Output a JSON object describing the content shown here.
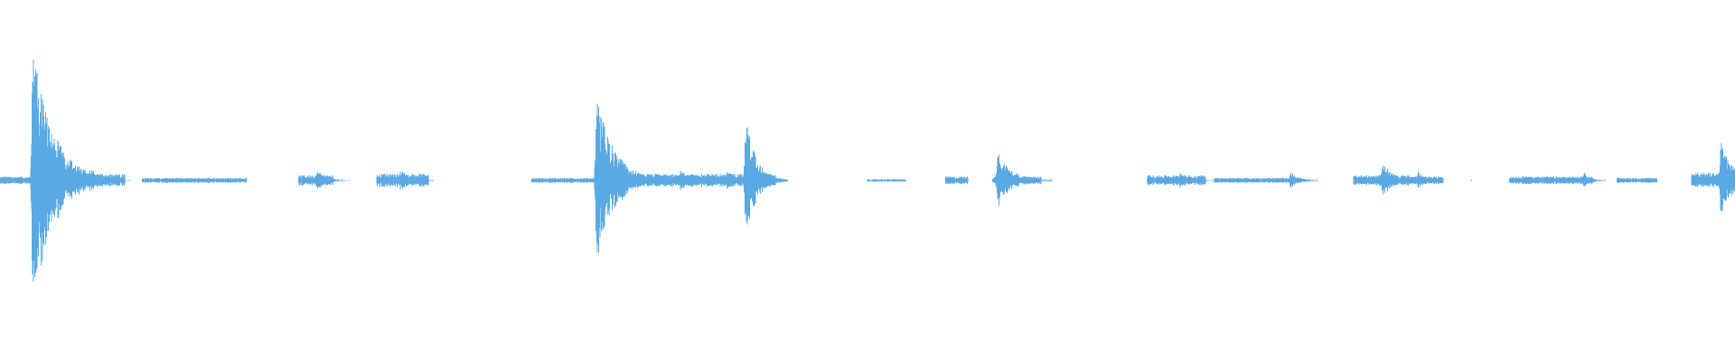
{
  "waveform": {
    "color": "#5aa9e2",
    "segments": [
      {
        "start": 0.0,
        "end": 0.04,
        "level": 0.03
      },
      {
        "start": 0.045,
        "end": 0.072,
        "level": 0.05
      },
      {
        "start": 0.082,
        "end": 0.142,
        "level": 0.02
      },
      {
        "start": 0.172,
        "end": 0.192,
        "level": 0.04
      },
      {
        "start": 0.217,
        "end": 0.247,
        "level": 0.05
      },
      {
        "start": 0.306,
        "end": 0.352,
        "level": 0.02
      },
      {
        "start": 0.352,
        "end": 0.447,
        "level": 0.05
      },
      {
        "start": 0.5,
        "end": 0.522,
        "level": 0.01
      },
      {
        "start": 0.545,
        "end": 0.558,
        "level": 0.03
      },
      {
        "start": 0.572,
        "end": 0.6,
        "level": 0.03
      },
      {
        "start": 0.661,
        "end": 0.695,
        "level": 0.04
      },
      {
        "start": 0.7,
        "end": 0.75,
        "level": 0.02
      },
      {
        "start": 0.78,
        "end": 0.812,
        "level": 0.04
      },
      {
        "start": 0.812,
        "end": 0.832,
        "level": 0.03
      },
      {
        "start": 0.87,
        "end": 0.918,
        "level": 0.03
      },
      {
        "start": 0.932,
        "end": 0.955,
        "level": 0.02
      },
      {
        "start": 0.975,
        "end": 1.0,
        "level": 0.06
      }
    ],
    "bursts": [
      {
        "at": 0.019,
        "peak": 1.0,
        "decay": 0.012
      },
      {
        "at": 0.052,
        "peak": 0.1,
        "decay": 0.006
      },
      {
        "at": 0.183,
        "peak": 0.08,
        "decay": 0.005
      },
      {
        "at": 0.231,
        "peak": 0.09,
        "decay": 0.005
      },
      {
        "at": 0.344,
        "peak": 0.65,
        "decay": 0.01
      },
      {
        "at": 0.392,
        "peak": 0.08,
        "decay": 0.006
      },
      {
        "at": 0.419,
        "peak": 0.08,
        "decay": 0.005
      },
      {
        "at": 0.43,
        "peak": 0.48,
        "decay": 0.006
      },
      {
        "at": 0.575,
        "peak": 0.22,
        "decay": 0.008
      },
      {
        "at": 0.68,
        "peak": 0.06,
        "decay": 0.006
      },
      {
        "at": 0.744,
        "peak": 0.06,
        "decay": 0.005
      },
      {
        "at": 0.797,
        "peak": 0.14,
        "decay": 0.006
      },
      {
        "at": 0.817,
        "peak": 0.08,
        "decay": 0.004
      },
      {
        "at": 0.878,
        "peak": 0.05,
        "decay": 0.004
      },
      {
        "at": 0.913,
        "peak": 0.06,
        "decay": 0.004
      },
      {
        "at": 0.992,
        "peak": 0.3,
        "decay": 0.007
      }
    ],
    "dots": [
      0.113,
      0.124,
      0.138,
      0.501,
      0.521,
      0.662,
      0.702,
      0.731,
      0.826,
      0.848,
      0.976
    ]
  }
}
